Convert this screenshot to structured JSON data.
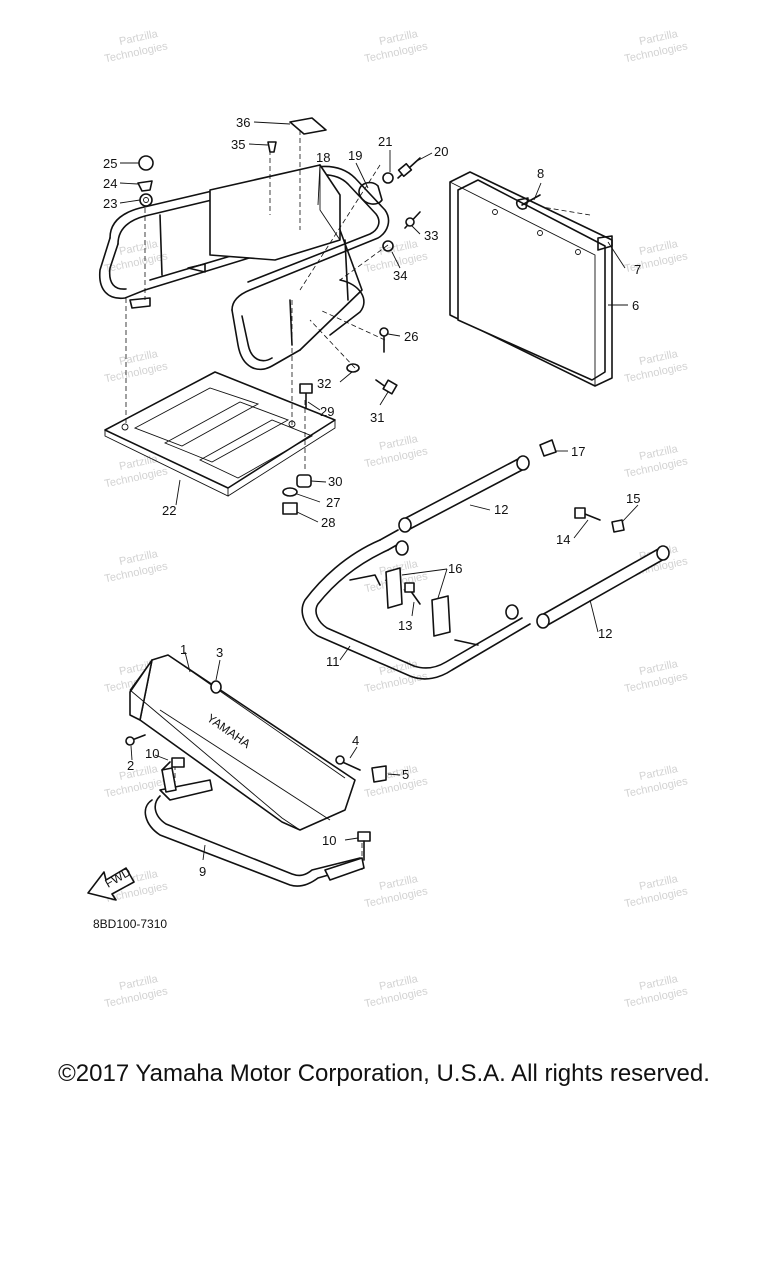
{
  "diagram": {
    "callouts": {
      "c1": "1",
      "c2": "2",
      "c3": "3",
      "c4": "4",
      "c5": "5",
      "c6": "6",
      "c7": "7",
      "c8": "8",
      "c9": "9",
      "c10a": "10",
      "c10b": "10",
      "c11": "11",
      "c12a": "12",
      "c12b": "12",
      "c13": "13",
      "c14": "14",
      "c15": "15",
      "c16": "16",
      "c17": "17",
      "c18": "18",
      "c19": "19",
      "c20": "20",
      "c21": "21",
      "c22": "22",
      "c23": "23",
      "c24": "24",
      "c25": "25",
      "c26": "26",
      "c27": "27",
      "c28": "28",
      "c29": "29",
      "c30": "30",
      "c31": "31",
      "c32": "32",
      "c33": "33",
      "c34": "34",
      "c35": "35",
      "c36": "36"
    },
    "bumper_text": "YAMAHA",
    "fwd_label": "FWD",
    "drawing_code": "8BD100-7310",
    "watermark_line1": "Partzilla",
    "watermark_line2": "Technologies"
  },
  "footer": {
    "copyright": "©2017 Yamaha Motor Corporation, U.S.A. All rights reserved."
  }
}
